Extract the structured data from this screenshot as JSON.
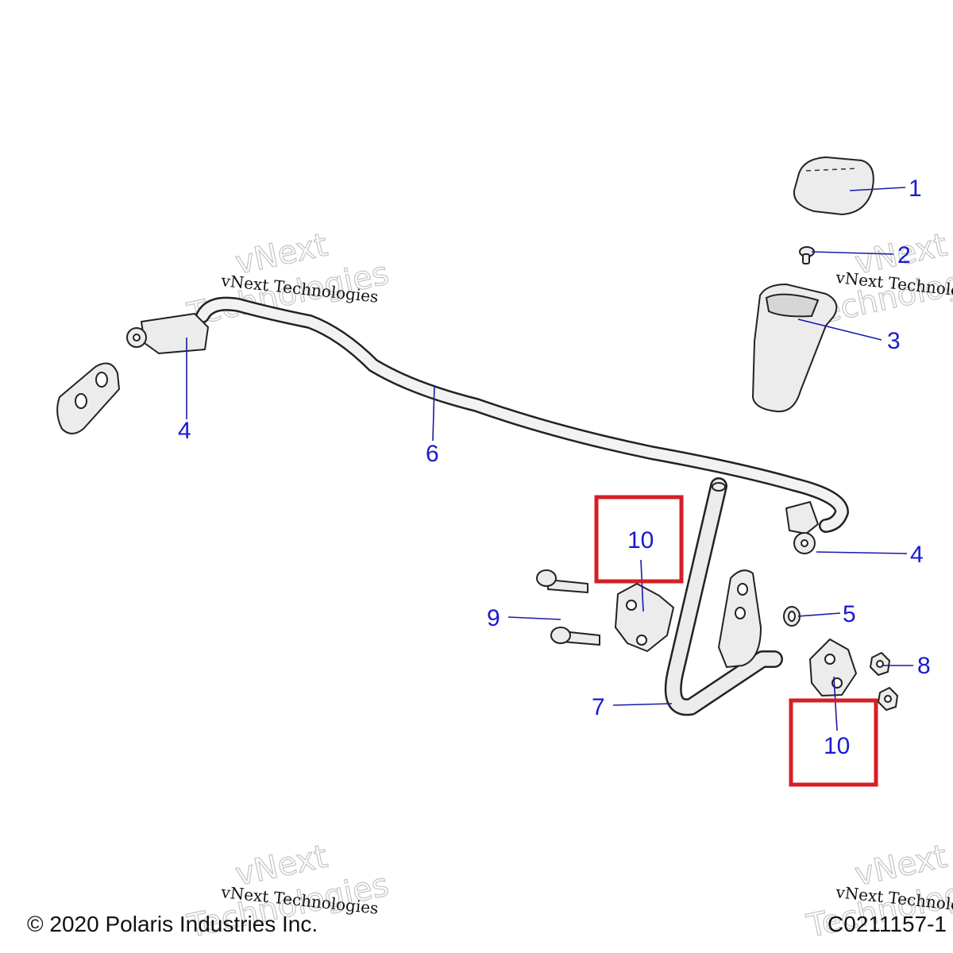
{
  "diagram": {
    "callouts": [
      "1",
      "2",
      "3",
      "4",
      "4",
      "5",
      "6",
      "7",
      "8",
      "9",
      "10",
      "10"
    ],
    "watermark": {
      "text": "vNext Technologies",
      "outline_word_1": "vNext",
      "outline_word_2": "Technologies"
    }
  },
  "footer": {
    "copyright": "© 2020 Polaris Industries Inc.",
    "figure_code": "C0211157-1"
  },
  "colors": {
    "callout_text": "#1a1ad0",
    "leader": "#1a1aa8",
    "highlight_box": "#d51f26"
  }
}
